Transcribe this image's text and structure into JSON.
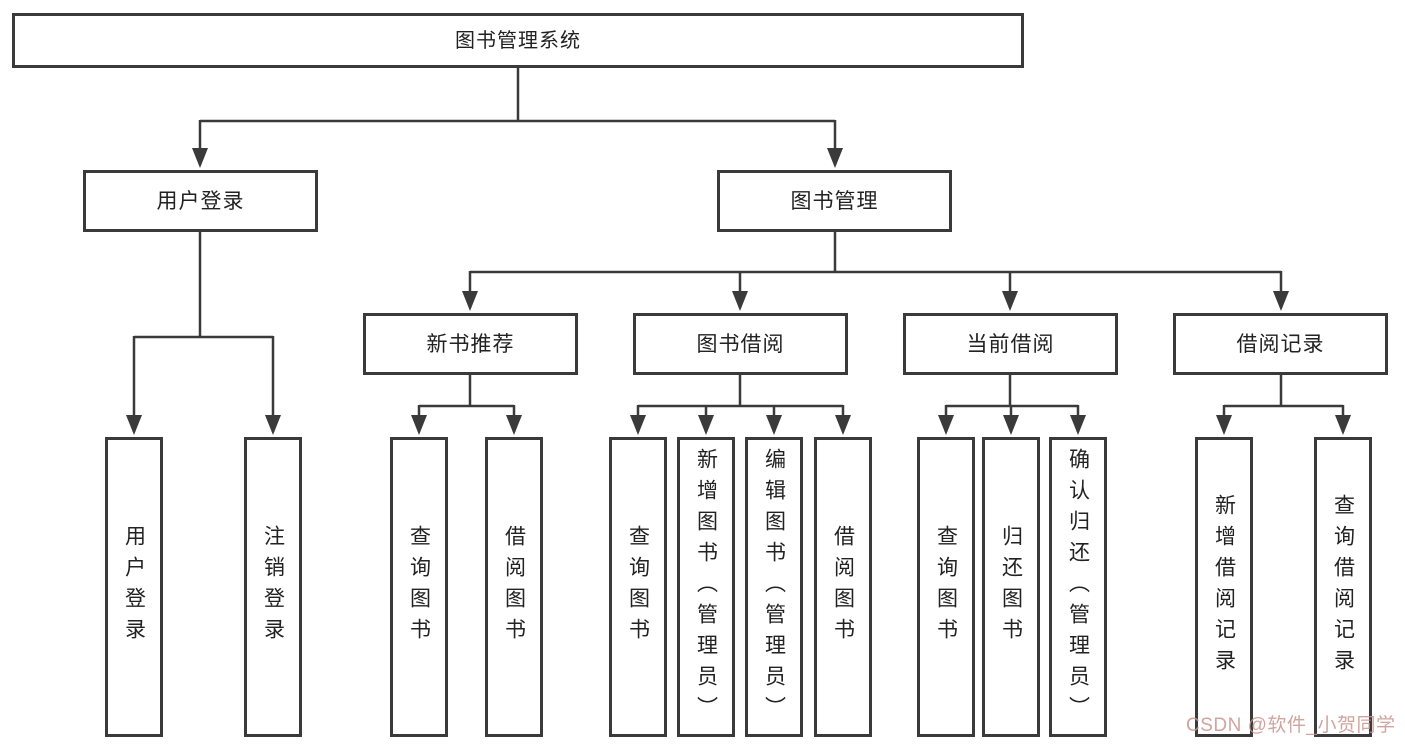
{
  "diagram": {
    "type": "hierarchy-tree",
    "orientation": "top-down",
    "colors": {
      "line": "#3a3a3a",
      "box_border": "#3a3a3a",
      "box_fill": "#ffffff",
      "text": "#222222",
      "watermark": "#c9948e",
      "background": "#ffffff"
    },
    "tree": {
      "root": {
        "label": "图书管理系统",
        "children": [
          {
            "label": "用户登录",
            "children": [
              {
                "label": "用户登录"
              },
              {
                "label": "注销登录"
              }
            ]
          },
          {
            "label": "图书管理",
            "children": [
              {
                "label": "新书推荐",
                "children": [
                  {
                    "label": "查询图书"
                  },
                  {
                    "label": "借阅图书"
                  }
                ]
              },
              {
                "label": "图书借阅",
                "children": [
                  {
                    "label": "查询图书"
                  },
                  {
                    "label": "新增图书（管理员）"
                  },
                  {
                    "label": "编辑图书（管理员）"
                  },
                  {
                    "label": "借阅图书"
                  }
                ]
              },
              {
                "label": "当前借阅",
                "children": [
                  {
                    "label": "查询图书"
                  },
                  {
                    "label": "归还图书"
                  },
                  {
                    "label": "确认归还（管理员）"
                  }
                ]
              },
              {
                "label": "借阅记录",
                "children": [
                  {
                    "label": "新增借阅记录"
                  },
                  {
                    "label": "查询借阅记录"
                  }
                ]
              }
            ]
          }
        ]
      }
    }
  },
  "watermark": {
    "text": "CSDN @软件_小贺同学"
  }
}
